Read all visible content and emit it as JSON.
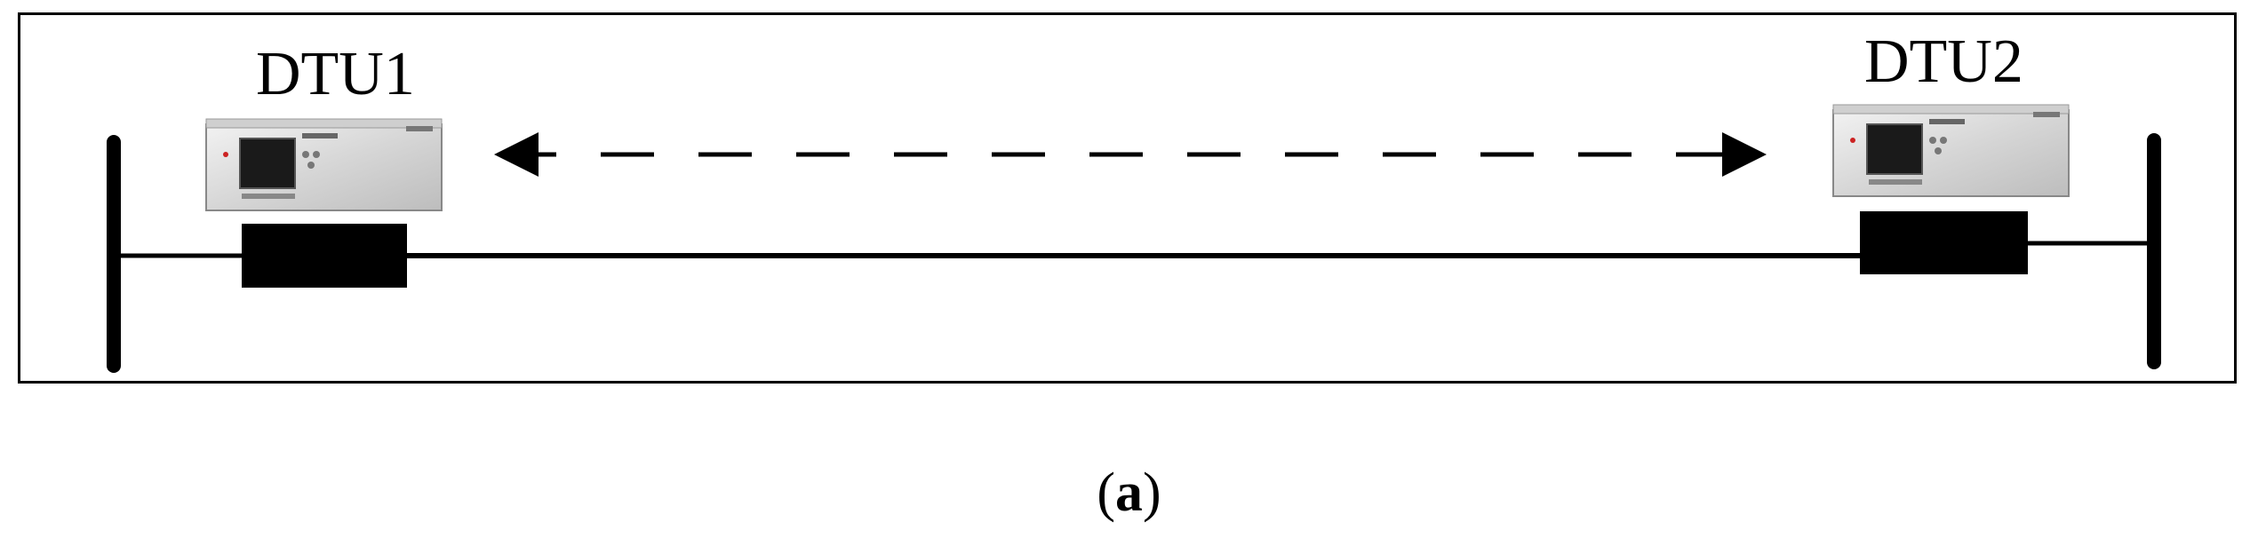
{
  "diagram": {
    "left_device": {
      "label": "DTU1"
    },
    "right_device": {
      "label": "DTU2"
    },
    "communication": {
      "style": "dashed",
      "direction": "bidirectional"
    }
  },
  "caption": {
    "open": "(",
    "letter": "a",
    "close": ")"
  },
  "colors": {
    "line": "#000000",
    "device_body": "#d9d9d9",
    "device_screen": "#1a1a1a",
    "breaker": "#000000"
  }
}
